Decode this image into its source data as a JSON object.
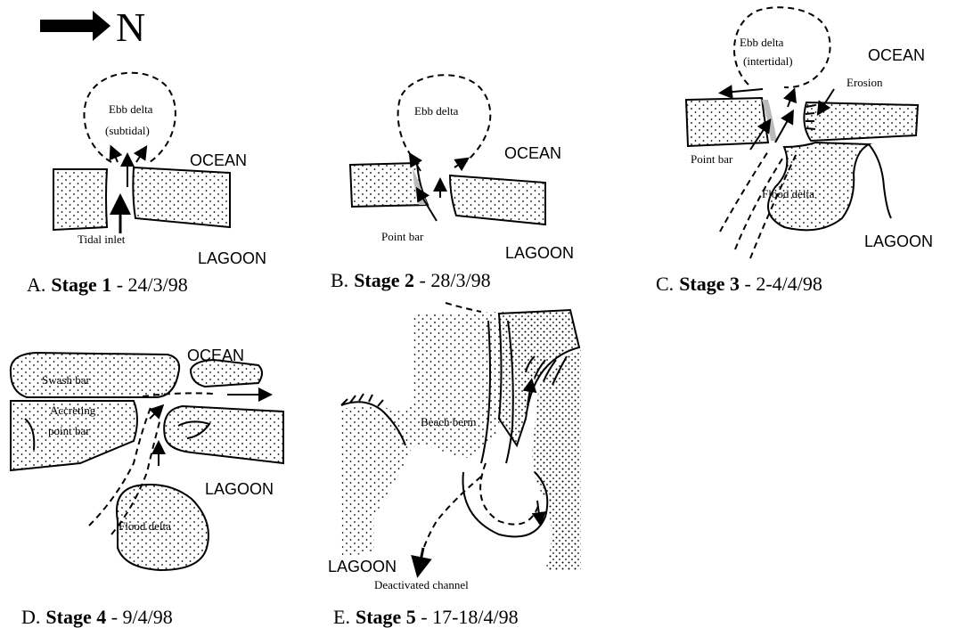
{
  "north_label": "N",
  "panels": [
    {
      "id": "A",
      "caption_letter": "A.",
      "caption_stage": "Stage 1",
      "caption_date": " - 24/3/98",
      "labels": {
        "ebb_delta": "Ebb delta",
        "ebb_sub": "(subtidal)",
        "ocean": "OCEAN",
        "lagoon": "LAGOON",
        "tidal_inlet": "Tidal inlet"
      }
    },
    {
      "id": "B",
      "caption_letter": "B.",
      "caption_stage": "Stage 2",
      "caption_date": " - 28/3/98",
      "labels": {
        "ebb_delta": "Ebb delta",
        "ocean": "OCEAN",
        "lagoon": "LAGOON",
        "point_bar": "Point bar"
      }
    },
    {
      "id": "C",
      "caption_letter": "C.",
      "caption_stage": "Stage 3",
      "caption_date": " - 2-4/4/98",
      "labels": {
        "ebb_delta": "Ebb delta",
        "ebb_sub": "(intertidal)",
        "ocean": "OCEAN",
        "erosion": "Erosion",
        "point_bar": "Point bar",
        "flood_delta": "Flood delta",
        "lagoon": "LAGOON"
      }
    },
    {
      "id": "D",
      "caption_letter": "D.",
      "caption_stage": "Stage 4",
      "caption_date": " - 9/4/98",
      "labels": {
        "ocean": "OCEAN",
        "swash_bar": "Swash bar",
        "accreting": "Accreting",
        "point_bar": "point bar",
        "lagoon": "LAGOON",
        "flood_delta": "Flood delta"
      }
    },
    {
      "id": "E",
      "caption_letter": "E.",
      "caption_stage": "Stage 5",
      "caption_date": " - 17-18/4/98",
      "labels": {
        "beach_berm": "Beach berm",
        "lagoon": "LAGOON",
        "deactivated": "Deactivated channel"
      }
    }
  ]
}
